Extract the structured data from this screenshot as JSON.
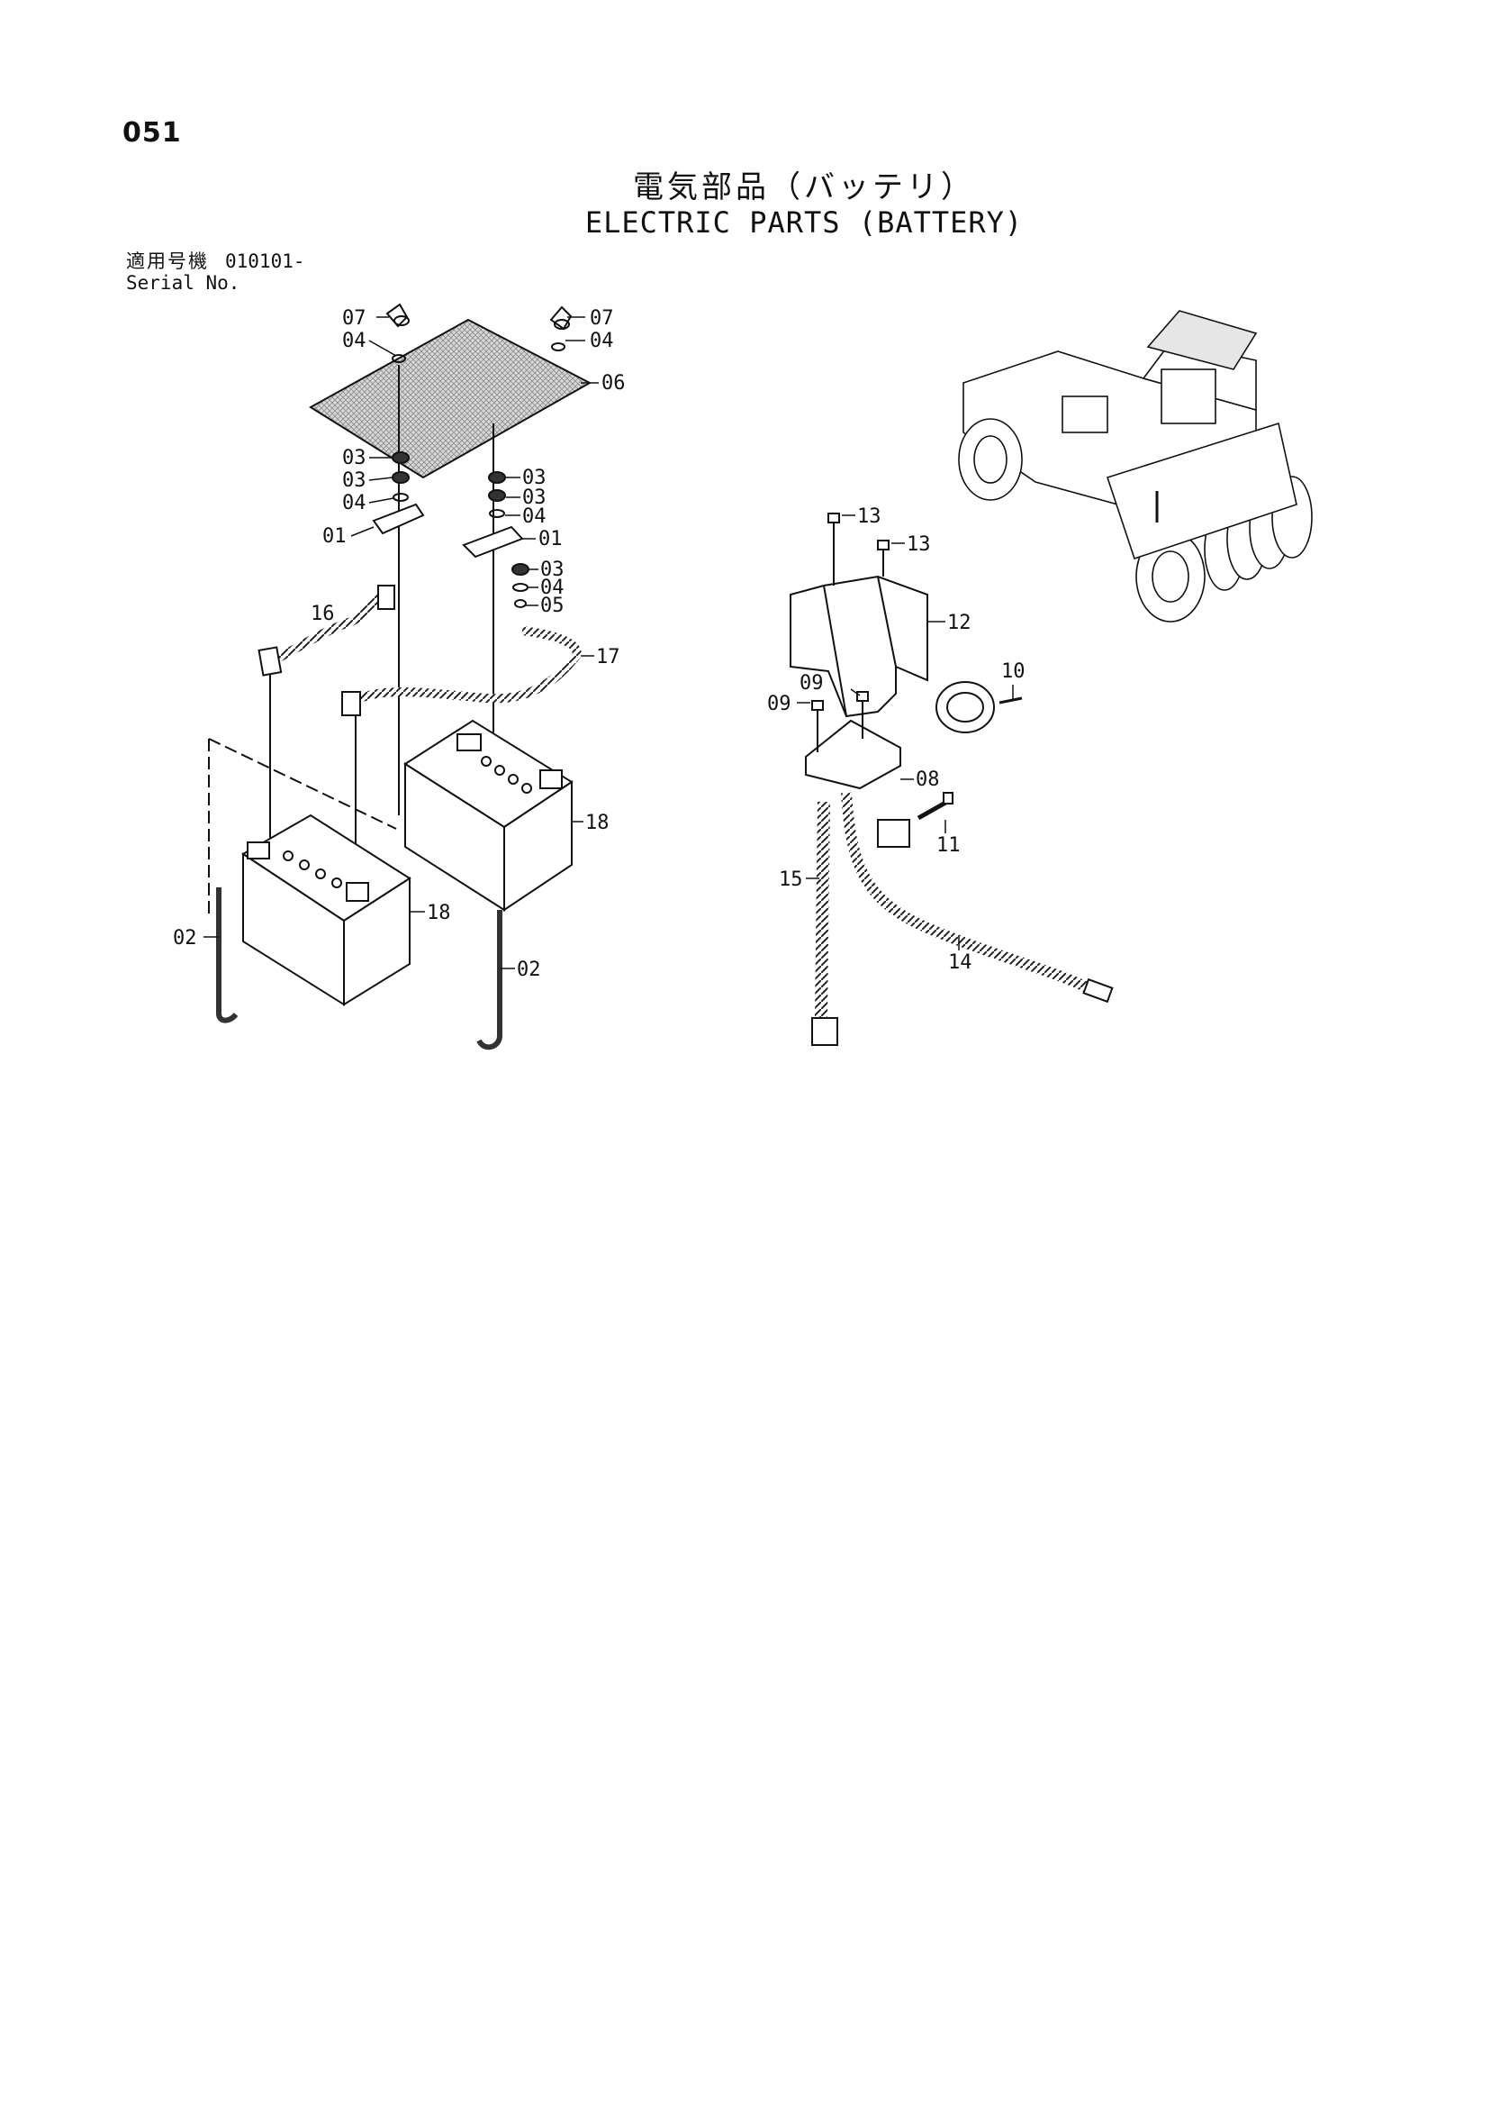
{
  "header": {
    "page_number": "051",
    "title_jp": "電気部品（バッテリ）",
    "title_en": "ELECTRIC PARTS (BATTERY)",
    "serial_label_jp": "適用号機",
    "serial_value": "010101-",
    "serial_label_en": "Serial No."
  },
  "callouts": {
    "c07_left": "07",
    "c04_left": "04",
    "c07_right": "07",
    "c04_right": "04",
    "c06": "06",
    "c03_a": "03",
    "c03_b": "03",
    "c04_c": "04",
    "c01_left": "01",
    "c03_r1": "03",
    "c03_r2": "03",
    "c04_r": "04",
    "c01_right": "01",
    "c03_r3": "03",
    "c04_r2": "04",
    "c05": "05",
    "c16": "16",
    "c17": "17",
    "c18_right": "18",
    "c18_left": "18",
    "c02_left": "02",
    "c02_right": "02",
    "c13_a": "13",
    "c13_b": "13",
    "c12": "12",
    "c10": "10",
    "c09_a": "09",
    "c09_b": "09",
    "c08": "08",
    "c11": "11",
    "c15": "15",
    "c14": "14"
  }
}
